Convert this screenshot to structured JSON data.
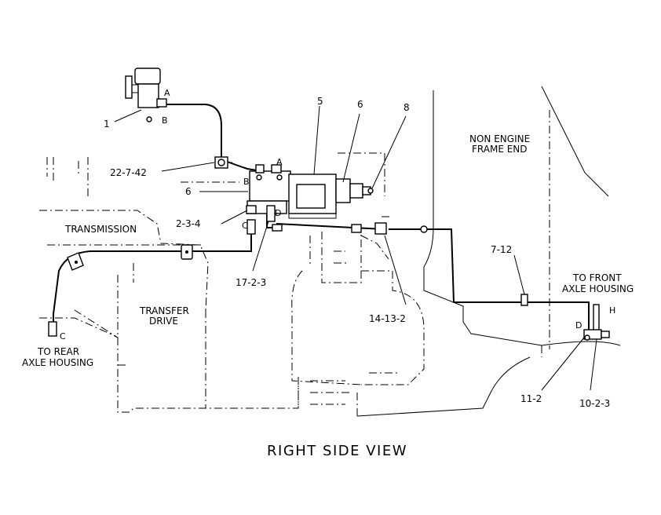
{
  "diagram": {
    "caption": "RIGHT SIDE VIEW",
    "labels": {
      "non_engine": "NON ENGINE",
      "frame_end": "FRAME END",
      "transmission": "TRANSMISSION",
      "transfer": "TRANSFER",
      "drive": "DRIVE",
      "to_rear": "TO REAR",
      "rear_axle_housing": "AXLE HOUSING",
      "to_front": "TO FRONT",
      "front_axle_housing": "AXLE HOUSING"
    },
    "callouts": {
      "c1": "1",
      "c5": "5",
      "c6_top": "6",
      "c8": "8",
      "c22": "22-7-42",
      "c6_left": "6",
      "c2": "2-3-4",
      "c17": "17-2-3",
      "c14": "14-13-2",
      "c7": "7-12",
      "c11": "11-2",
      "c10": "10-2-3"
    },
    "letters": {
      "a_top": "A",
      "b_top": "B",
      "a_mid": "A",
      "b_mid": "B",
      "c_mid": "C",
      "d_mid": "D",
      "c_rear": "C",
      "d_front": "D",
      "h_front": "H"
    }
  }
}
